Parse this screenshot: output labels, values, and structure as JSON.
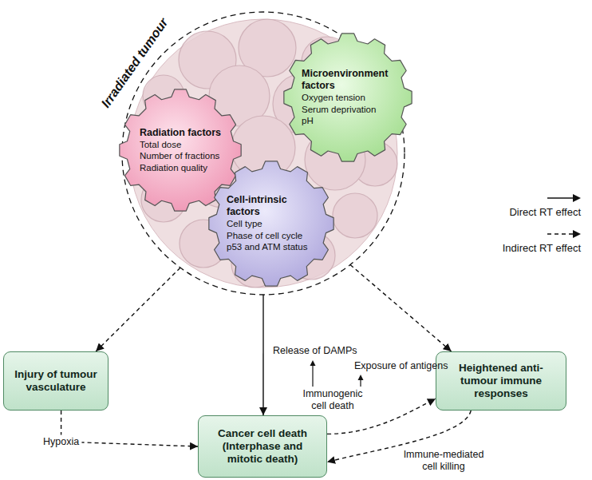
{
  "diagram": {
    "nodes": [
      {
        "text": [
          "Irradiated tumour"
        ]
      },
      {
        "text": [
          "Radiation factors",
          "Total dose",
          "Number of fractions",
          "Radiation quality"
        ],
        "in": 0
      },
      {
        "text": [
          "Microenvironment factors",
          "Oxygen tension",
          "Serum deprivation",
          "pH"
        ],
        "in": 0
      },
      {
        "text": [
          "Cell-intrinsic factors",
          "Cell type",
          "Phase of cell cycle",
          "p53 and ATM status"
        ],
        "in": 0
      },
      {
        "text": [
          "Injury of tumour vasculature"
        ]
      },
      {
        "text": [
          "Cancer cell death",
          "(Interphase and mitotic death)"
        ]
      },
      {
        "text": [
          "Heightened anti-tumour immune responses"
        ]
      }
    ],
    "edges": [
      {
        "from": 0,
        "to": 4,
        "arrow": "to"
      },
      {
        "from": 0,
        "to": 5,
        "arrow": "to"
      },
      {
        "from": 0,
        "to": 6,
        "arrow": "to"
      },
      {
        "from": 4,
        "to": 5,
        "label": "Hypoxia",
        "arrow": "to"
      },
      {
        "from": 5,
        "to": 6,
        "arrow": "to"
      },
      {
        "from": 6,
        "to": 5,
        "label": "Immune-mediated cell killing",
        "arrow": "to"
      }
    ],
    "labels": [
      "Release of DAMPs",
      "Exposure of antigens",
      "Immunogenic cell death"
    ],
    "legend": [
      {
        "text": "Direct RT effect"
      },
      {
        "text": "Indirect RT effect"
      }
    ]
  }
}
